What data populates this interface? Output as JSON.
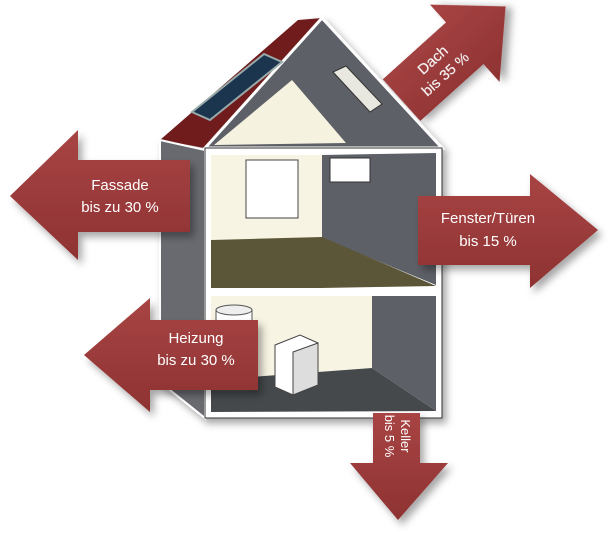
{
  "title": "Wärmeverluste eines Hauses",
  "colors": {
    "arrow": "#9e3b3b",
    "arrow_dark": "#7c2a2a",
    "wall": "#5d6166",
    "cream": "#f7f4e3",
    "floor": "#5c5638",
    "roof": "#6f1f1f"
  },
  "arrows": {
    "dach": {
      "line1": "Dach",
      "line2": "bis 35 %"
    },
    "fassade": {
      "line1": "Fassade",
      "line2": "bis zu 30 %"
    },
    "fenster": {
      "line1": "Fenster/Türen",
      "line2": "bis 15 %"
    },
    "heizung": {
      "line1": "Heizung",
      "line2": "bis zu 30 %"
    },
    "keller": {
      "line1": "Keller",
      "line2": "bis 5 %"
    }
  }
}
